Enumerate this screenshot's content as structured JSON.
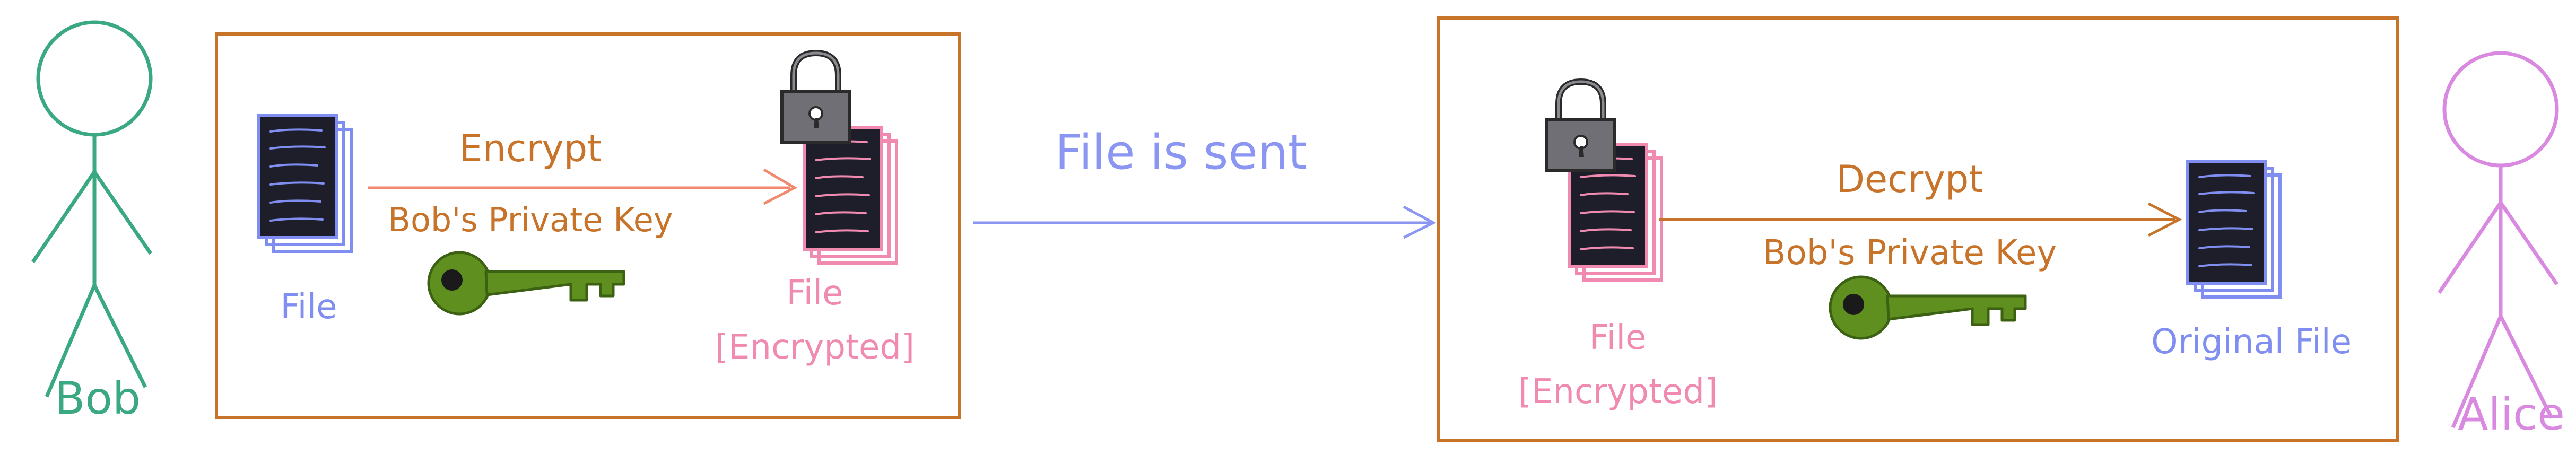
{
  "colors": {
    "bob": "#3aa981",
    "alice": "#d98ae0",
    "box": "#c8732a",
    "arrow_encrypt": "#f08a6f",
    "label_orange": "#c8732a",
    "file_blue": "#7f8ef0",
    "file_pink": "#f08ab0",
    "doc_fill": "#1e1e2a",
    "lock_body": "#6f6f75",
    "key_green": "#5e8f1f",
    "send_arrow": "#8a96f2"
  },
  "icons": [
    "person-icon",
    "document-icon",
    "lock-icon",
    "key-icon",
    "arrow-icon"
  ],
  "sender": {
    "name": "Bob"
  },
  "receiver": {
    "name": "Alice"
  },
  "encrypt_box": {
    "action_label": "Encrypt",
    "key_label": "Bob's Private Key",
    "source_file_label": "File",
    "output_file_label_line1": "File",
    "output_file_label_line2": "[Encrypted]"
  },
  "transfer": {
    "label": "File is sent"
  },
  "decrypt_box": {
    "action_label": "Decrypt",
    "key_label": "Bob's Private Key",
    "input_file_label_line1": "File",
    "input_file_label_line2": "[Encrypted]",
    "output_file_label": "Original File"
  }
}
